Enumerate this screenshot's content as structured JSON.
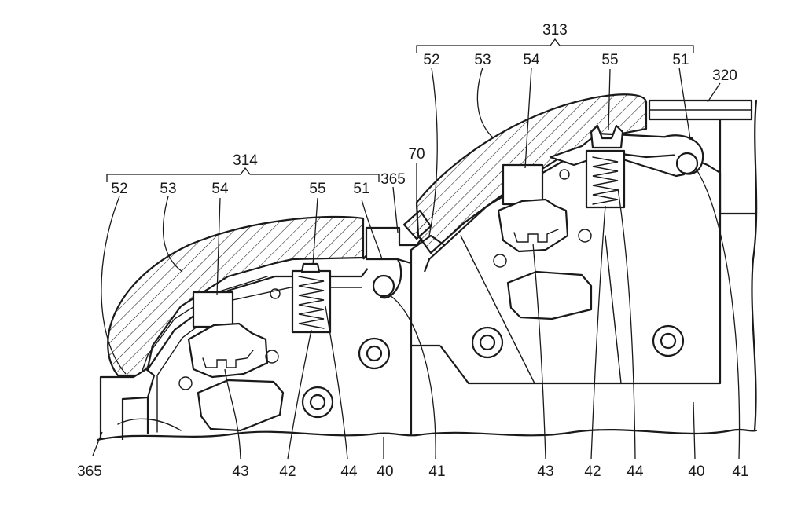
{
  "figure": {
    "assemblies": [
      {
        "id": "left",
        "name": "314",
        "parts": {
          "a": "52",
          "b": "53",
          "c": "54",
          "d": "55",
          "e": "51"
        }
      },
      {
        "id": "right",
        "name": "313",
        "parts": {
          "a": "52",
          "b": "53",
          "c": "54",
          "d": "55",
          "e": "51"
        }
      }
    ],
    "labels": {
      "l70": "70",
      "l365_top": "365",
      "l320": "320",
      "l365_bottom": "365"
    },
    "bottom_left": [
      "43",
      "42",
      "44",
      "40",
      "41"
    ],
    "bottom_right": [
      "43",
      "42",
      "44",
      "40",
      "41"
    ]
  }
}
